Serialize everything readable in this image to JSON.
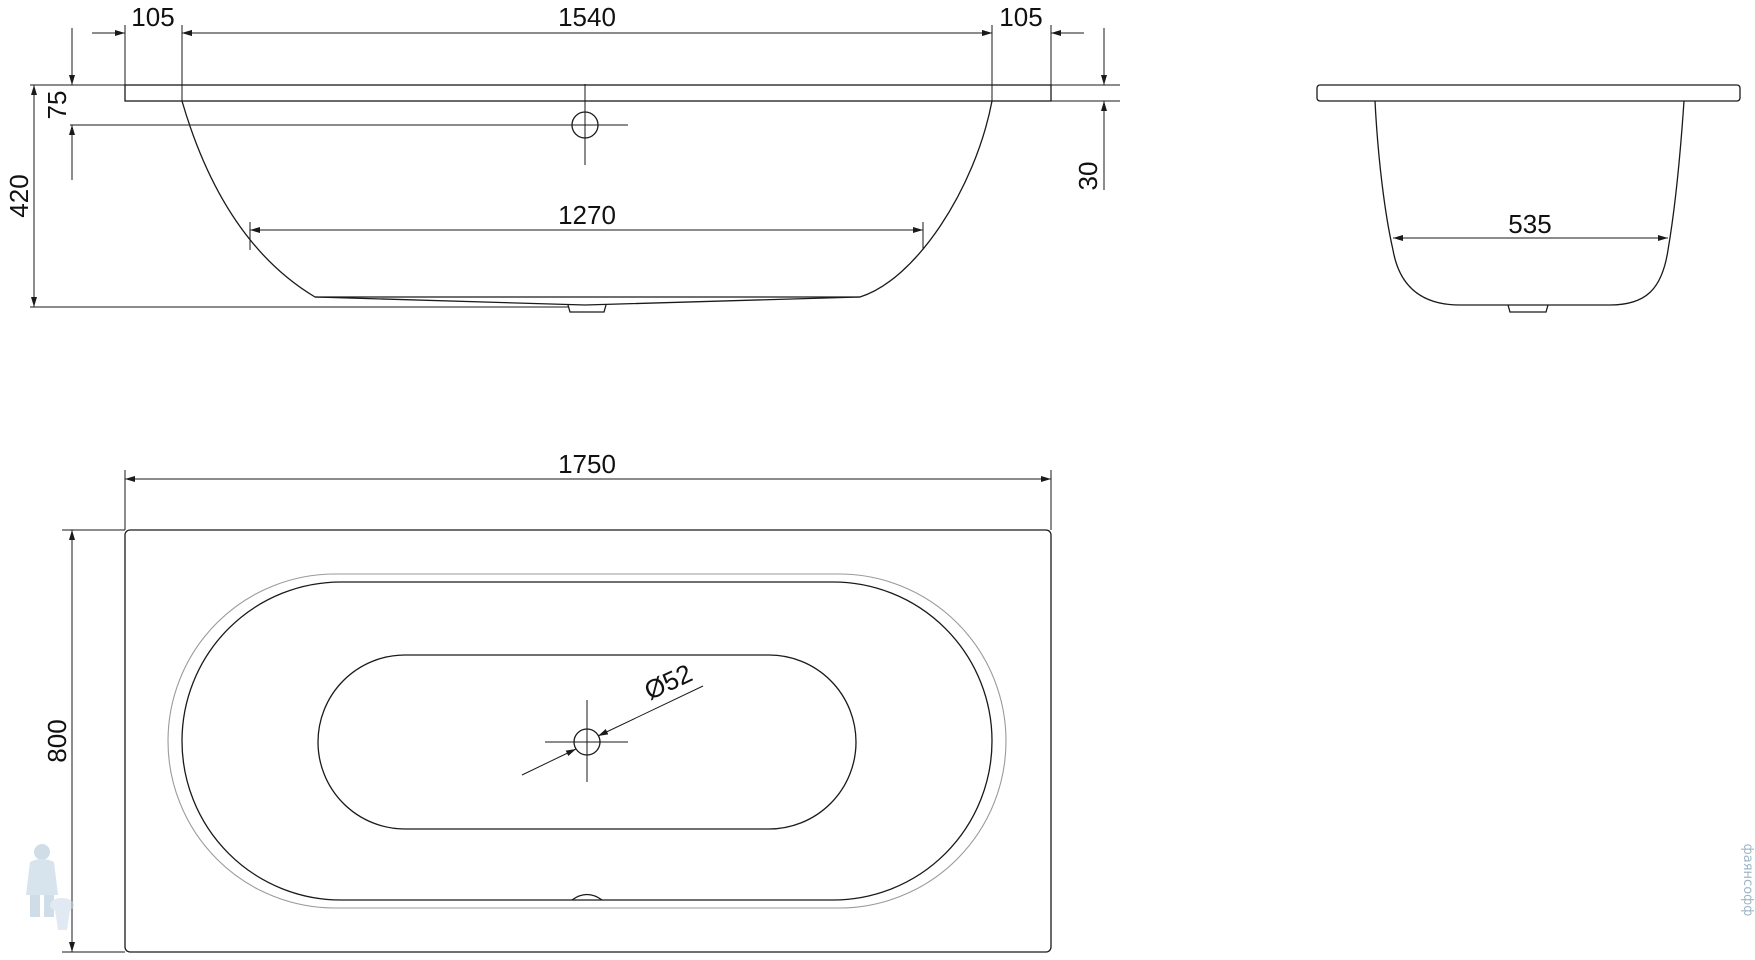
{
  "dimensions": {
    "overflow_left_width": "105",
    "inner_length": "1540",
    "overflow_right_width": "105",
    "overflow_height": "75",
    "total_height": "420",
    "rim_thickness": "30",
    "bottom_length": "1270",
    "bottom_width": "535",
    "overall_length": "1750",
    "overall_width": "800",
    "drain_diameter": "Ø52"
  },
  "watermark": {
    "side_text": "фаянсофф",
    "logo_icon": "plumber-mascot-icon"
  },
  "colors": {
    "line": "#1a1a1a",
    "inner_contour": "#9a9a9a",
    "watermark": "#9fb6c8"
  }
}
